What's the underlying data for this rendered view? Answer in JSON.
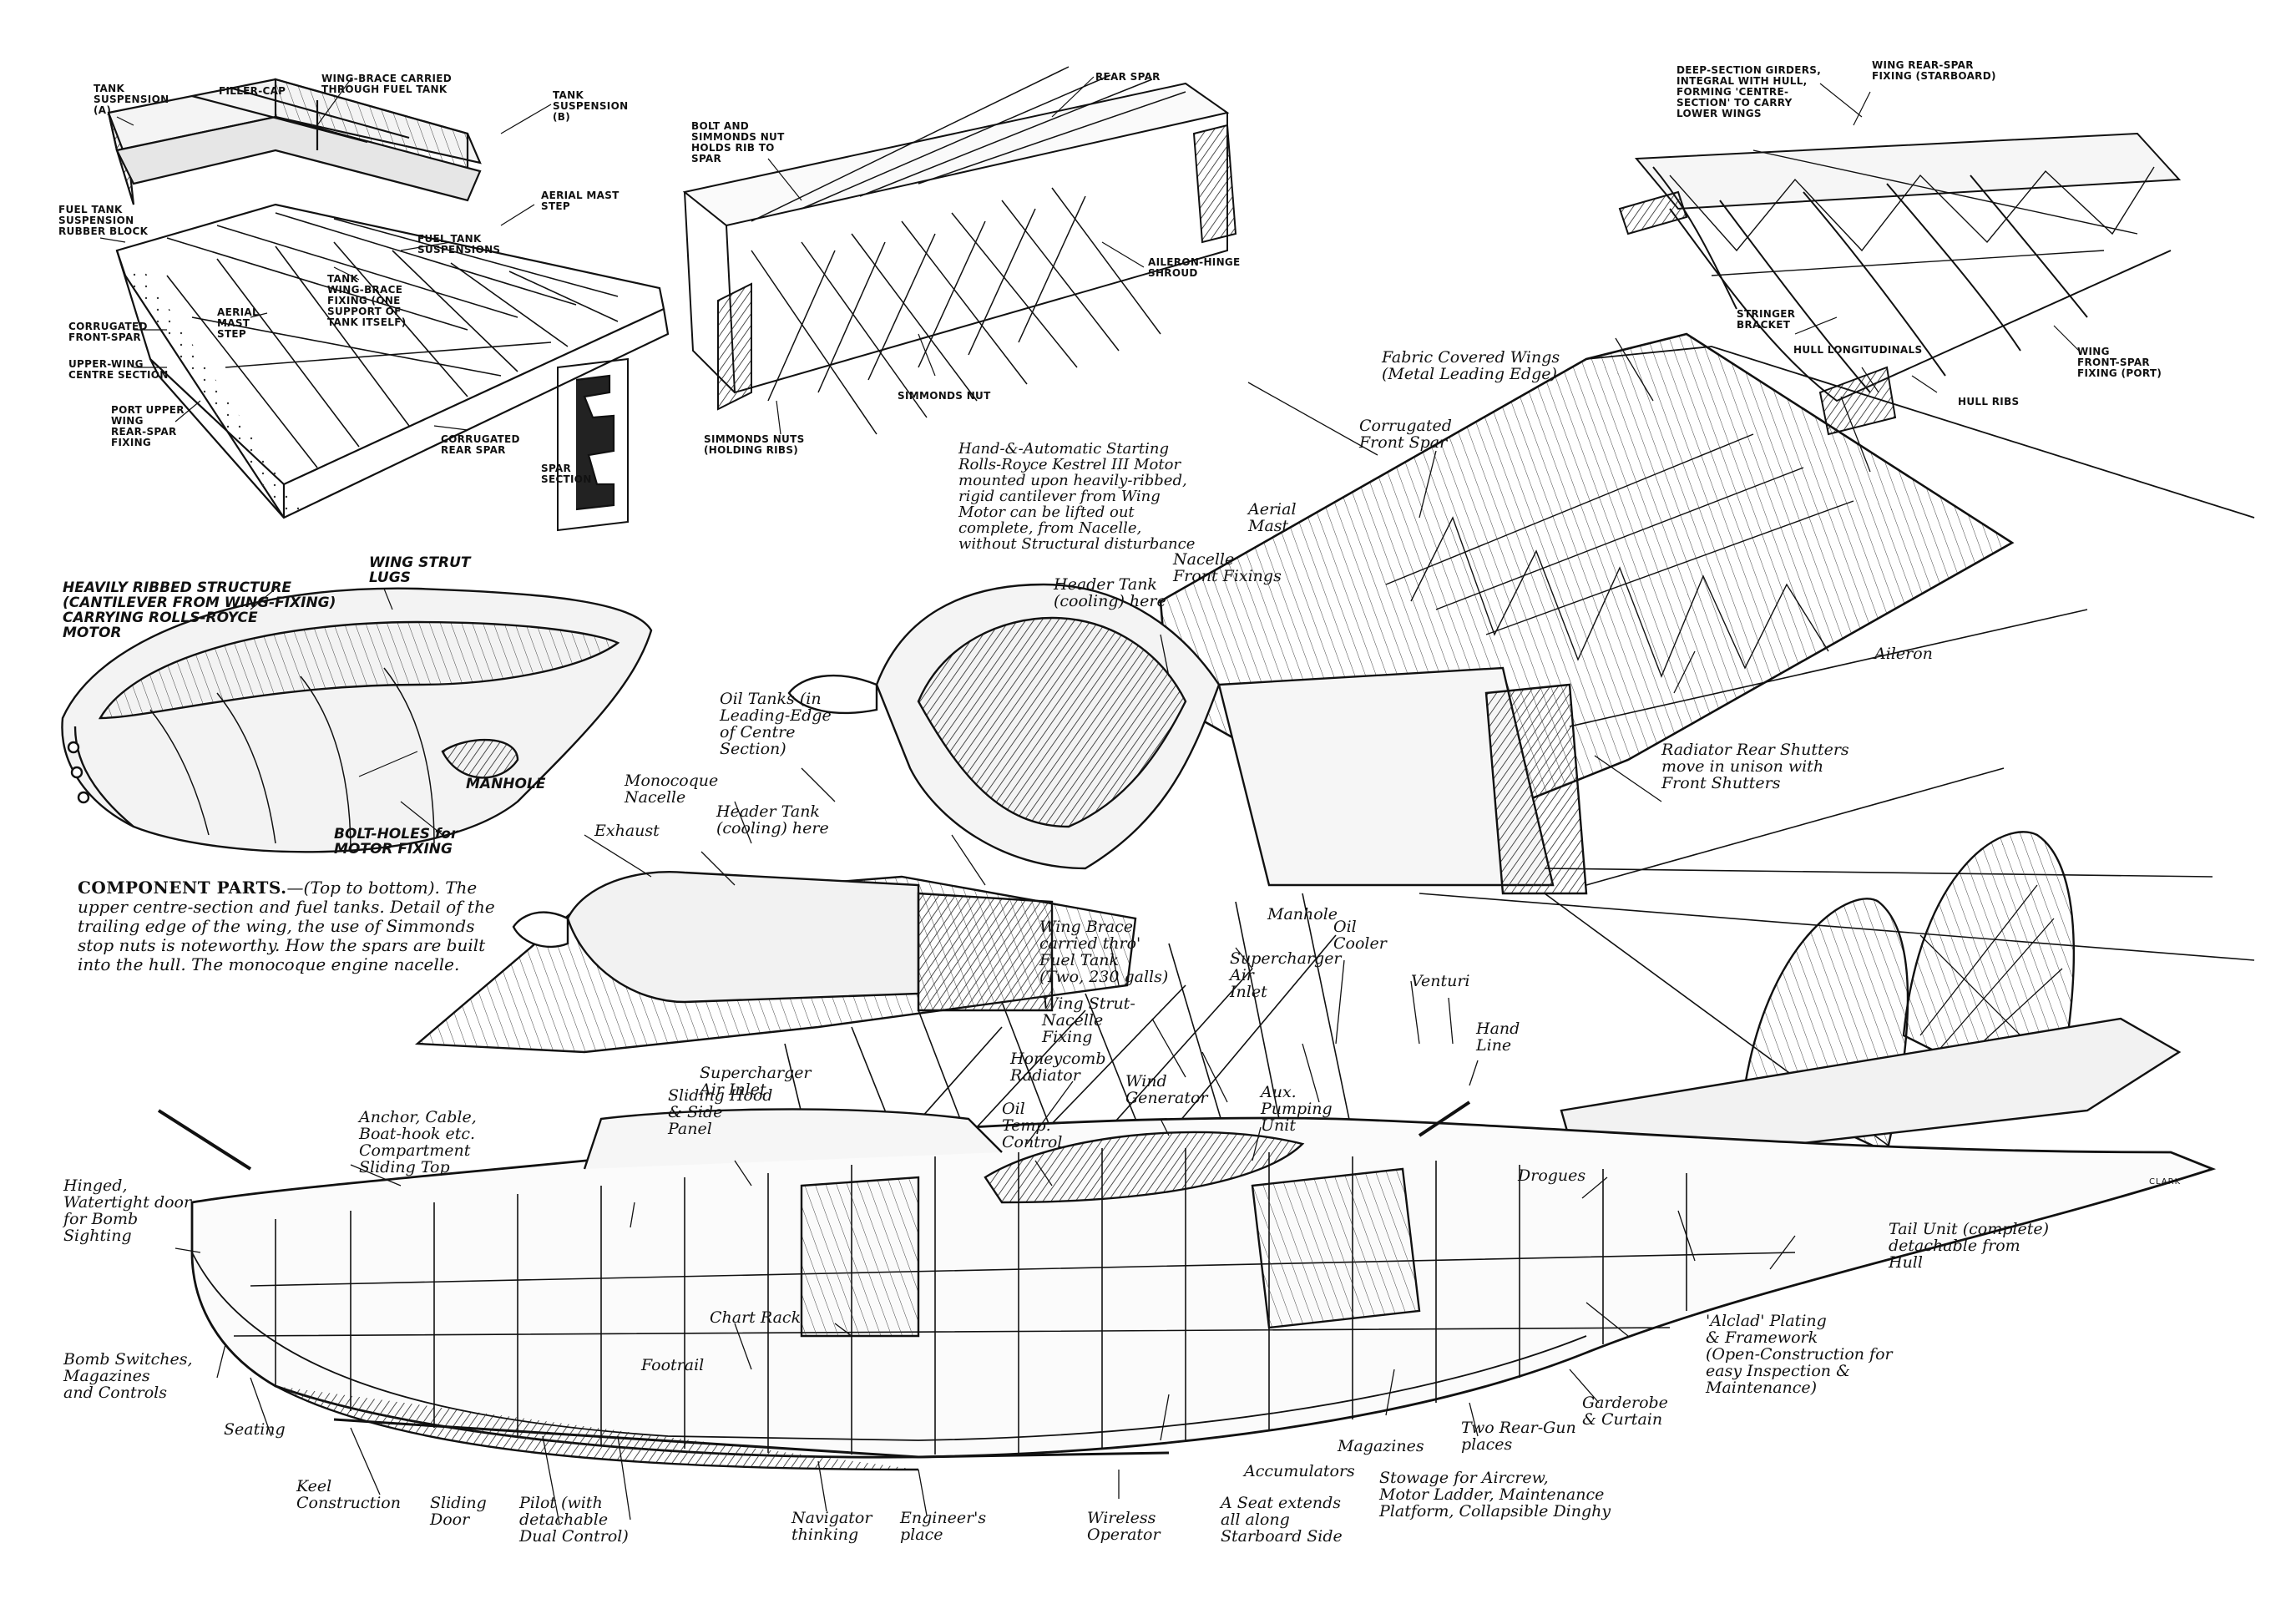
{
  "caption": {
    "heading": "COMPONENT PARTS.",
    "text": "—(Top to bottom). The upper centre-section and fuel tanks. Detail of the trailing edge of the wing, the use of Simmonds stop nuts is noteworthy. How the spars are built into the hull. The monocoque engine nacelle."
  },
  "signature": "CLARK",
  "labels": {
    "tank_suspension_a": "TANK\nSUSPENSION\n(A)",
    "filler_cap": "FILLER-CAP",
    "wing_brace_through_tank": "WING-BRACE CARRIED\nTHROUGH FUEL TANK",
    "tank_suspension_b": "TANK\nSUSPENSION\n(B)",
    "fuel_tank_rubber_block": "FUEL TANK\nSUSPENSION\nRUBBER BLOCK",
    "aerial_mast_step_top": "AERIAL MAST\nSTEP",
    "fuel_tank_suspensions": "FUEL TANK\nSUSPENSIONS",
    "tank_wing_brace_fixing": "TANK\nWING-BRACE\nFIXING (ONE\nSUPPORT OF\nTANK ITSELF)",
    "aerial_mast_step": "AERIAL\nMAST\nSTEP",
    "corrugated_front_spar_top": "CORRUGATED\nFRONT-SPAR",
    "upper_wing_centre": "UPPER-WING\nCENTRE SECTION",
    "port_upper_wing": "PORT UPPER\nWING\nREAR-SPAR\nFIXING",
    "corrugated_rear_spar": "CORRUGATED\nREAR SPAR",
    "spar_section": "SPAR\nSECTION",
    "rear_spar": "REAR SPAR",
    "bolt_simmonds": "BOLT AND\nSIMMONDS NUT\nHOLDS RIB TO\nSPAR",
    "aileron_hinge": "AILERON-HINGE\nSHROUD",
    "simmonds_nut": "SIMMONDS NUT",
    "simmonds_nuts_ribs": "SIMMONDS NUTS\n(HOLDING RIBS)",
    "deep_section": "DEEP-SECTION GIRDERS,\nINTEGRAL WITH HULL,\nFORMING 'CENTRE-\nSECTION' TO CARRY\nLOWER WINGS",
    "wing_rear_spar_stbd": "WING REAR-SPAR\nFIXING (STARBOARD)",
    "stringer_bracket": "STRINGER\nBRACKET",
    "hull_longitudinals": "HULL LONGITUDINALS",
    "hull_ribs": "HULL RIBS",
    "wing_front_spar_port": "WING\nFRONT-SPAR\nFIXING (PORT)",
    "heavily_ribbed": "HEAVILY RIBBED STRUCTURE\n(CANTILEVER FROM WING-FIXING)\nCARRYING ROLLS-ROYCE\nMOTOR",
    "wing_strut_lugs": "WING STRUT\nLUGS",
    "manhole_top": "MANHOLE",
    "bolt_holes": "BOLT-HOLES for\nMOTOR FIXING",
    "fabric_wings": "Fabric Covered Wings\n(Metal Leading Edge)",
    "corrugated_front_spar": "Corrugated\nFront Spar",
    "hand_automatic": "Hand-&-Automatic Starting\nRolls-Royce Kestrel III Motor\nmounted upon heavily-ribbed,\nrigid cantilever from Wing\nMotor can be lifted out\ncomplete, from Nacelle,\nwithout Structural disturbance",
    "aerial_mast": "Aerial\nMast",
    "nacelle_front_fixings": "Nacelle\nFront Fixings",
    "header_tank_top": "Header Tank\n(cooling) here",
    "aileron": "Aileron",
    "oil_tanks": "Oil Tanks (in\nLeading-Edge\nof Centre\nSection)",
    "radiator_rear_shutters": "Radiator Rear Shutters\nmove in unison with\nFront Shutters",
    "monocoque_nacelle": "Monocoque\nNacelle",
    "header_tank_lower": "Header Tank\n(cooling) here",
    "exhaust": "Exhaust",
    "wing_brace_tank": "Wing Brace\ncarried thro'\nFuel Tank\n(Two, 230 galls)",
    "manhole": "Manhole",
    "supercharger_inlet_right": "Supercharger\nAir\nInlet",
    "oil_cooler": "Oil\nCooler",
    "venturi": "Venturi",
    "wing_strut_nacelle": "Wing Strut-\nNacelle\nFixing",
    "hand_line": "Hand\nLine",
    "supercharger_inlet_left": "Supercharger\nAir Inlet",
    "honeycomb_radiator": "Honeycomb\nRadiator",
    "wind_generator": "Wind\nGenerator",
    "aux_pumping": "Aux.\nPumping\nUnit",
    "sliding_hood": "Sliding Hood\n& Side\nPanel",
    "oil_temp": "Oil\nTemp.\nControl",
    "anchor_cable": "Anchor, Cable,\nBoat-hook etc.\nCompartment\nSliding Top",
    "drogues": "Drogues",
    "hinged_door": "Hinged,\nWatertight door\nfor Bomb\nSighting",
    "tail_unit": "Tail Unit (complete)\ndetachable from\nHull",
    "chart_rack": "Chart Rack",
    "bomb_switches": "Bomb Switches,\nMagazines\nand Controls",
    "footrail": "Footrail",
    "alclad": "'Alclad' Plating\n& Framework\n(Open-Construction for\neasy Inspection &\nMaintenance)",
    "garderobe": "Garderobe\n& Curtain",
    "seating": "Seating",
    "two_rear_gun": "Two Rear-Gun\nplaces",
    "magazines": "Magazines",
    "accumulators": "Accumulators",
    "stowage": "Stowage for Aircrew,\nMotor Ladder, Maintenance\nPlatform, Collapsible Dinghy",
    "keel": "Keel\nConstruction",
    "sliding_door": "Sliding\nDoor",
    "pilot": "Pilot (with\ndetachable\nDual Control)",
    "navigator": "Navigator\nthinking",
    "engineers": "Engineer's\nplace",
    "wireless": "Wireless\nOperator",
    "seat_extends": "A Seat extends\nall along\nStarboard Side"
  }
}
